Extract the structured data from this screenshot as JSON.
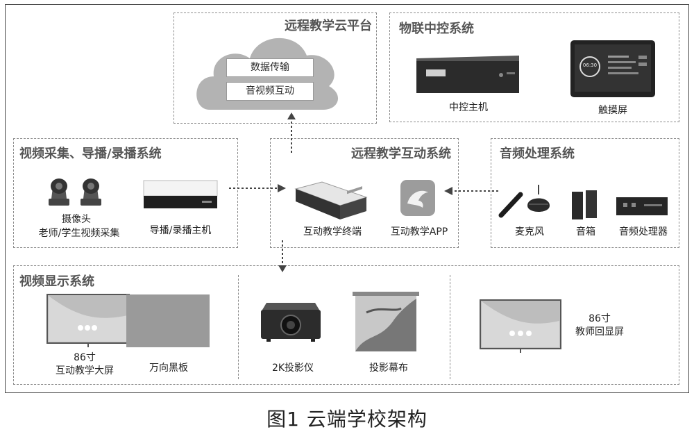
{
  "caption": "图1 云端学校架构",
  "cloud_platform": {
    "title": "远程教学云平台",
    "items": [
      "数据传输",
      "音视频互动"
    ]
  },
  "iot_control": {
    "title": "物联中控系统",
    "devices": [
      "中控主机",
      "触摸屏"
    ]
  },
  "video_capture": {
    "title": "视频采集、导播/录播系统",
    "devices": [
      "摄像头",
      "老师/学生视频采集",
      "导播/录播主机"
    ]
  },
  "remote_interaction": {
    "title": "远程教学互动系统",
    "devices": [
      "互动教学终端",
      "互动教学APP"
    ]
  },
  "audio": {
    "title": "音频处理系统",
    "devices": [
      "麦克风",
      "音箱",
      "音频处理器"
    ]
  },
  "display": {
    "title": "视频显示系统",
    "devices": [
      "86寸",
      "互动教学大屏",
      "万向黑板",
      "2K投影仪",
      "投影幕布",
      "86寸",
      "教师回显屏"
    ]
  },
  "touch_screen": {
    "clock": "06:30"
  },
  "colors": {
    "border": "#8a8a8a",
    "title": "#555555",
    "device_dark": "#2b2b2b",
    "cloud": "#b3b3b3"
  }
}
